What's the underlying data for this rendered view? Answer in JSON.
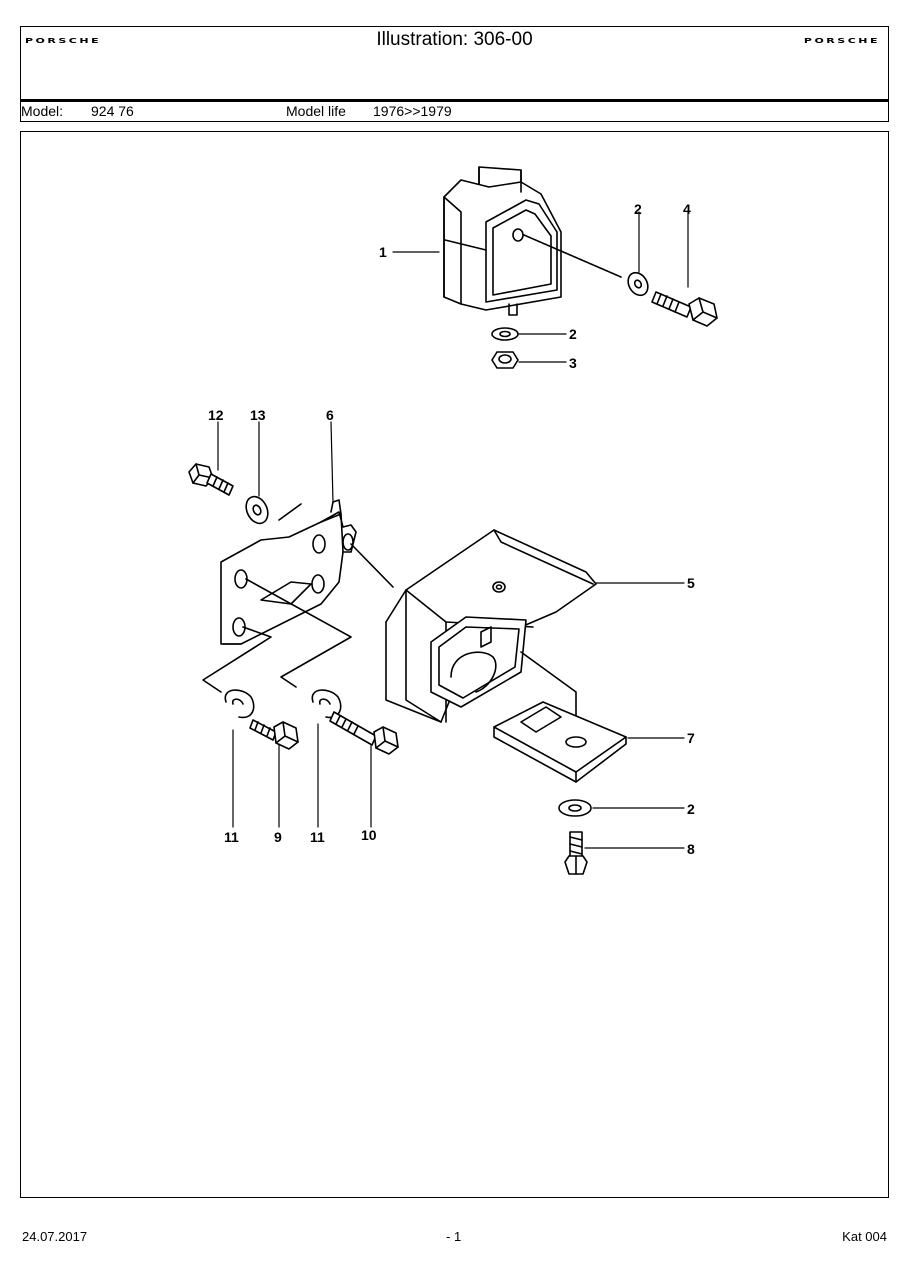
{
  "header": {
    "brand_left": "PORSCHE",
    "brand_right": "PORSCHE",
    "title": "Illustration: 306-00",
    "model_label": "Model:",
    "model_value": "924 76",
    "model_life_label": "Model life",
    "model_life_value": "1976>>1979"
  },
  "diagram": {
    "callouts": [
      "1",
      "2",
      "4",
      "2",
      "3",
      "12",
      "13",
      "6",
      "5",
      "7",
      "11",
      "9",
      "11",
      "10",
      "2",
      "8"
    ]
  },
  "footer": {
    "date": "24.07.2017",
    "page": "- 1",
    "catalog": "Kat 004"
  }
}
